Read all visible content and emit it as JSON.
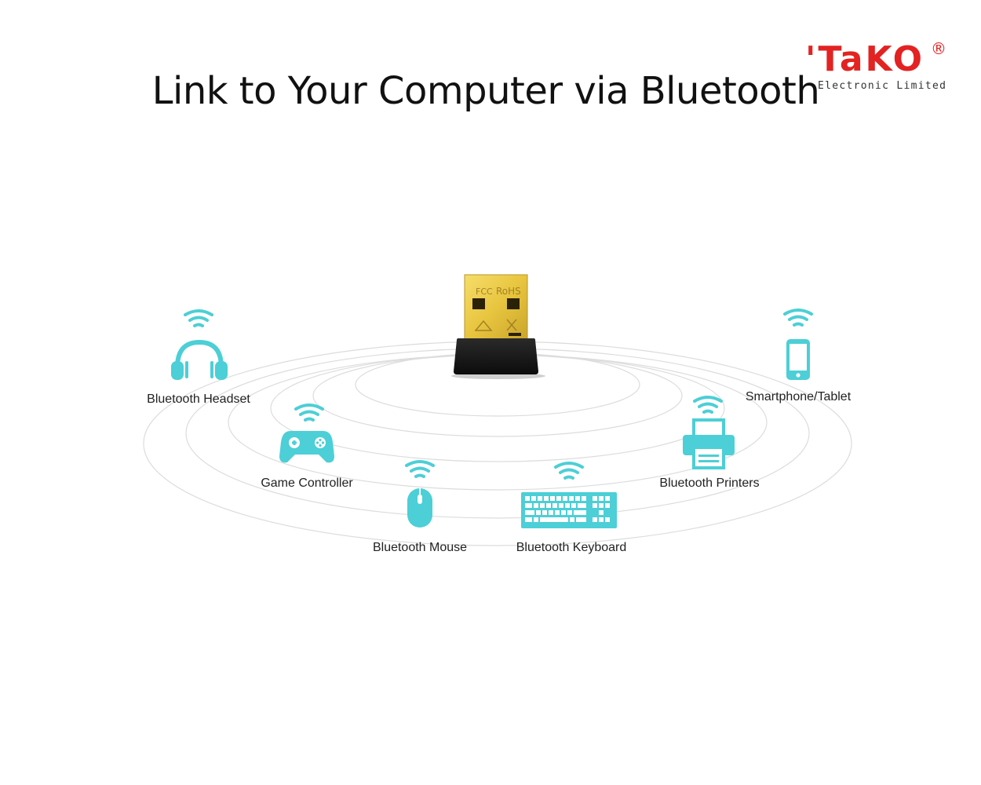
{
  "title": "Link to Your Computer via Bluetooth",
  "logo": {
    "word": "TaKO",
    "registered_mark": "®",
    "subtitle": "Electronic Limited",
    "brand_color": "#e32222"
  },
  "adapter": {
    "markings": [
      "FCC",
      "RoHS"
    ]
  },
  "accent_color": "#4ccfd6",
  "devices": [
    {
      "label": "Bluetooth Headset",
      "icon": "headset-icon"
    },
    {
      "label": "Game Controller",
      "icon": "gamepad-icon"
    },
    {
      "label": "Bluetooth Mouse",
      "icon": "mouse-icon"
    },
    {
      "label": "Bluetooth Keyboard",
      "icon": "keyboard-icon"
    },
    {
      "label": "Bluetooth Printers",
      "icon": "printer-icon"
    },
    {
      "label": "Smartphone/Tablet",
      "icon": "smartphone-icon"
    }
  ]
}
